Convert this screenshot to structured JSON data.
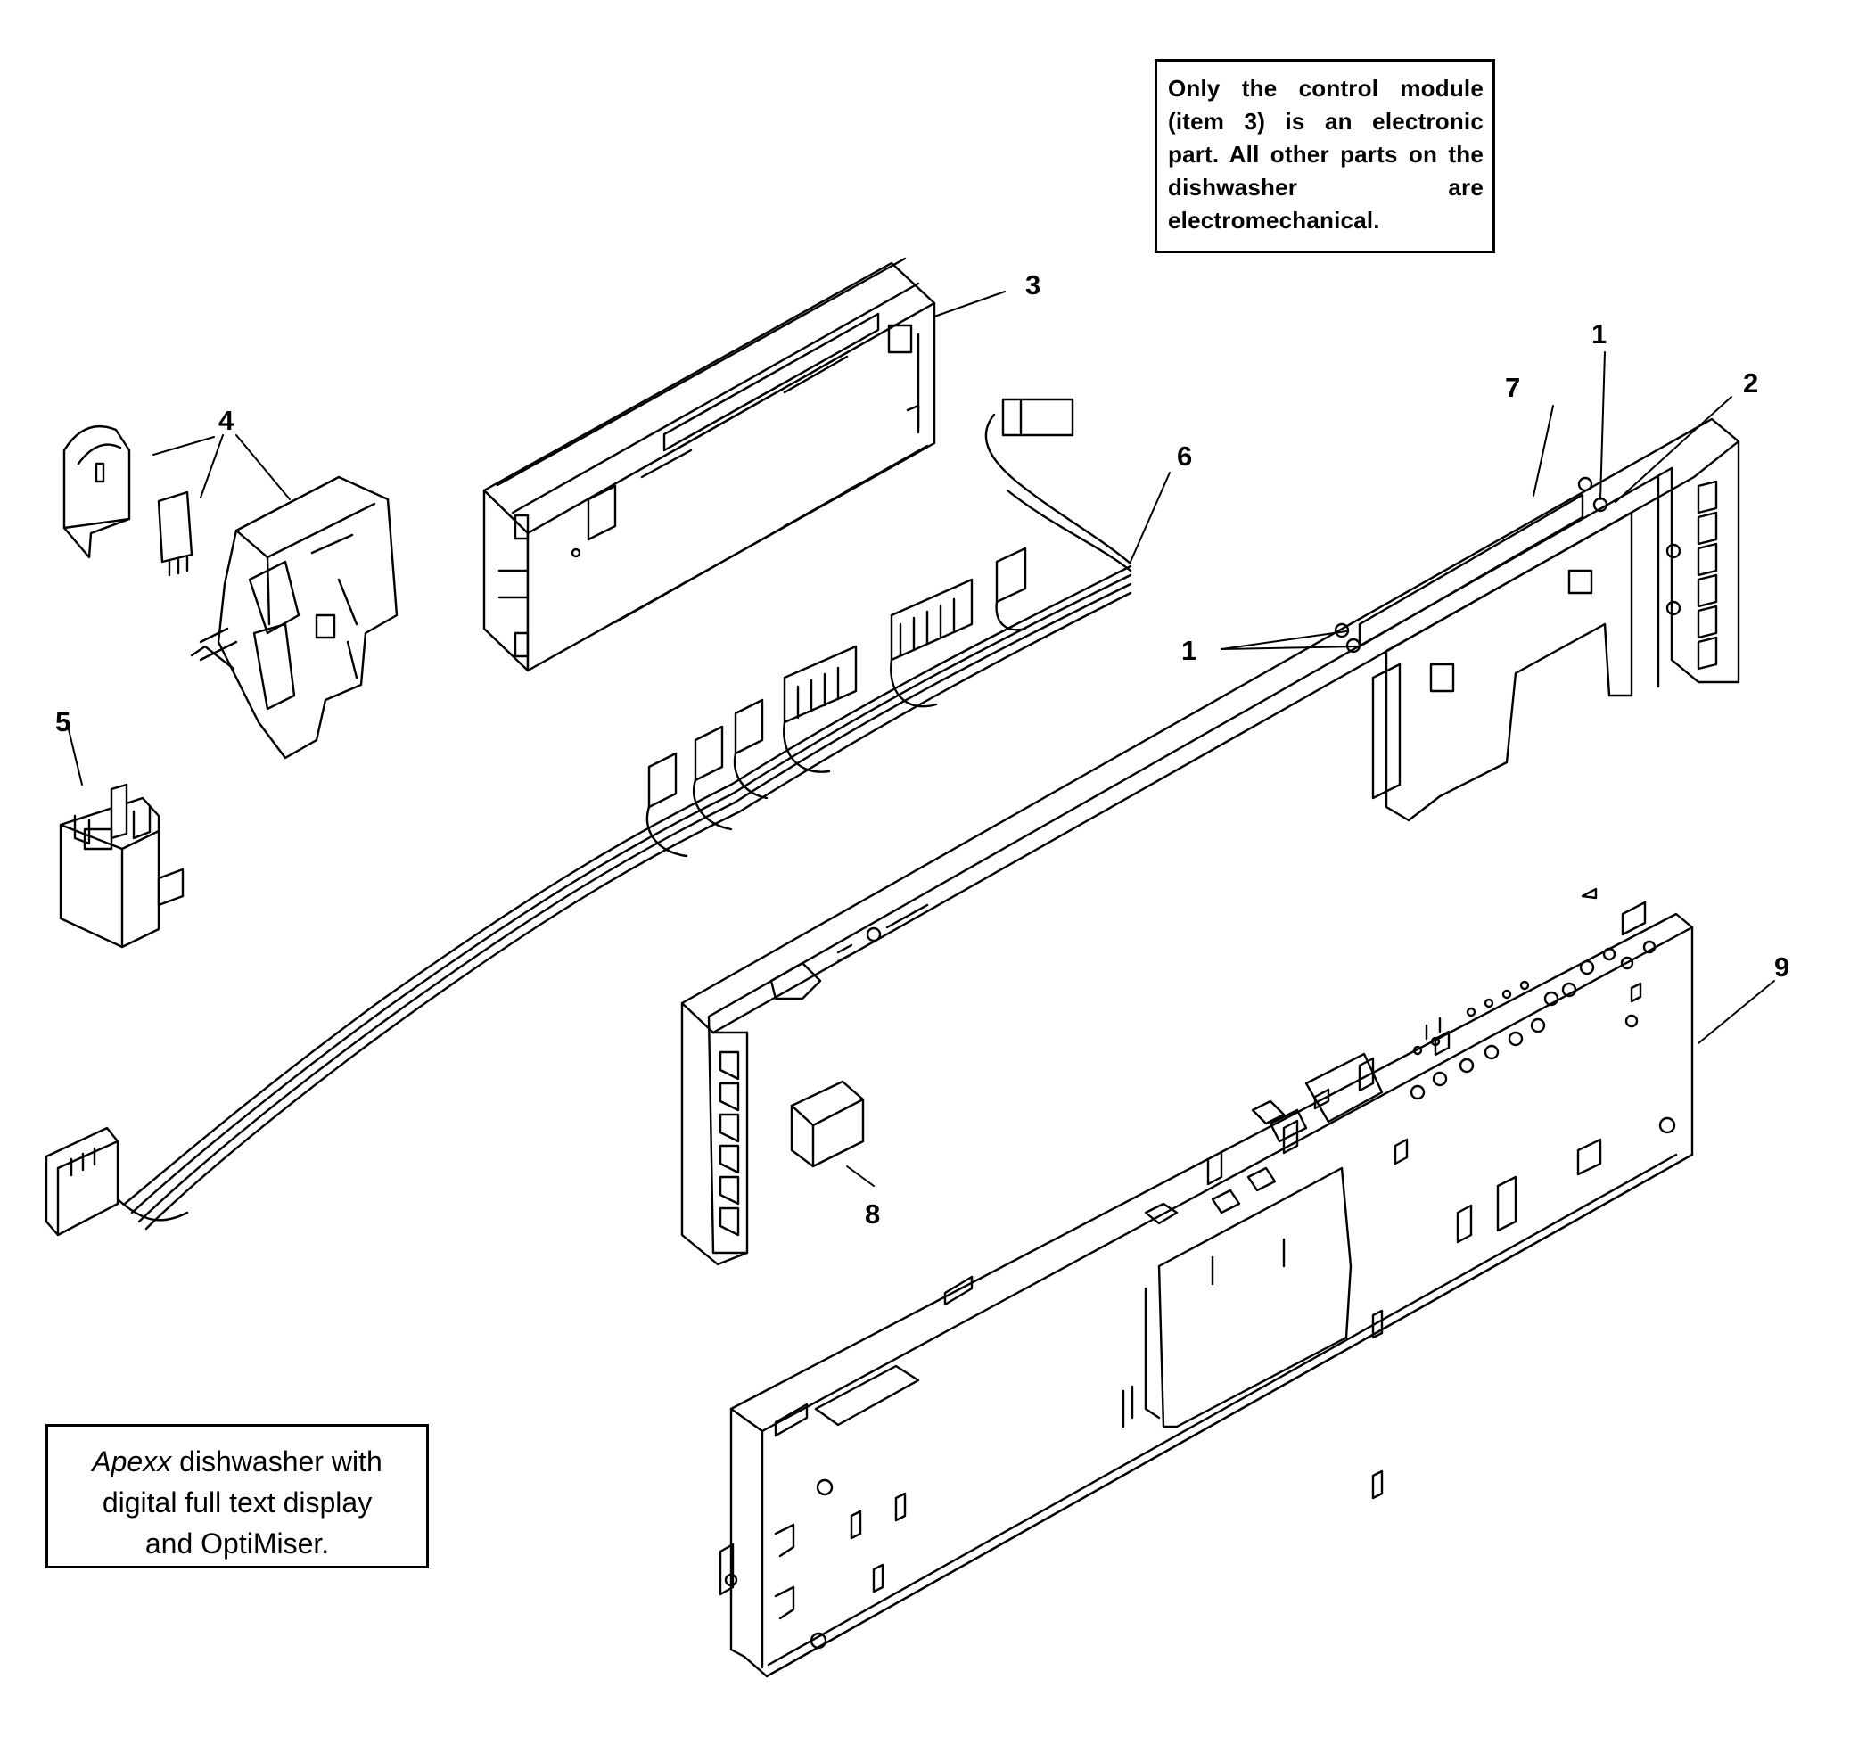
{
  "note_top": {
    "text": "Only the control module (item 3) is an electronic part.  All other parts on the dishwasher are electromechanical."
  },
  "note_bottom": {
    "line1_italic": "Apexx",
    "line1_rest": " dishwasher with",
    "line2": "digital full text display",
    "line3": "and OptiMiser."
  },
  "callouts": {
    "c1a": "1",
    "c1b": "1",
    "c2": "2",
    "c3": "3",
    "c4": "4",
    "c5": "5",
    "c6": "6",
    "c7": "7",
    "c8": "8",
    "c9": "9"
  }
}
